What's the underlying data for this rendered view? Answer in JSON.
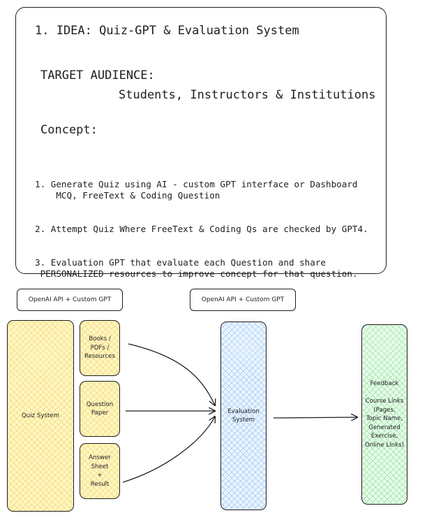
{
  "idea": {
    "title": "1. IDEA: Quiz-GPT & Evaluation System",
    "target_heading": "TARGET AUDIENCE:",
    "target_value": "Students, Instructors & Institutions",
    "concept_heading": "Concept:",
    "concept_points": [
      "1. Generate Quiz using AI - custom GPT interface or Dashboard\n    MCQ, FreeText & Coding Question",
      "2. Attempt Quiz Where FreeText & Coding Qs are checked by GPT4.",
      "3. Evaluation GPT that evaluate each Question and share\n PERSONALIZED resources to improve concept for that question."
    ]
  },
  "diagram": {
    "label_left": "OpenAI API + Custom GPT",
    "label_right": "OpenAI API + Custom GPT",
    "quiz_system": "Quiz System",
    "books": "Books /\nPDFs /\nResources",
    "question_paper": "Question\nPaper",
    "answer_sheet": "Answer\nSheet\n+\nResult",
    "evaluation_system": "Evaluation\nSystem",
    "feedback": "Feedback\n\nCourse Links\n(Pages,\nTopic Name,\nGenerated\nExercise,\nOnline Links)",
    "colors": {
      "quiz": "#fff6c4",
      "evaluation": "#eaf4ff",
      "feedback": "#e7fbe9",
      "stroke": "#1e1e1e"
    }
  }
}
